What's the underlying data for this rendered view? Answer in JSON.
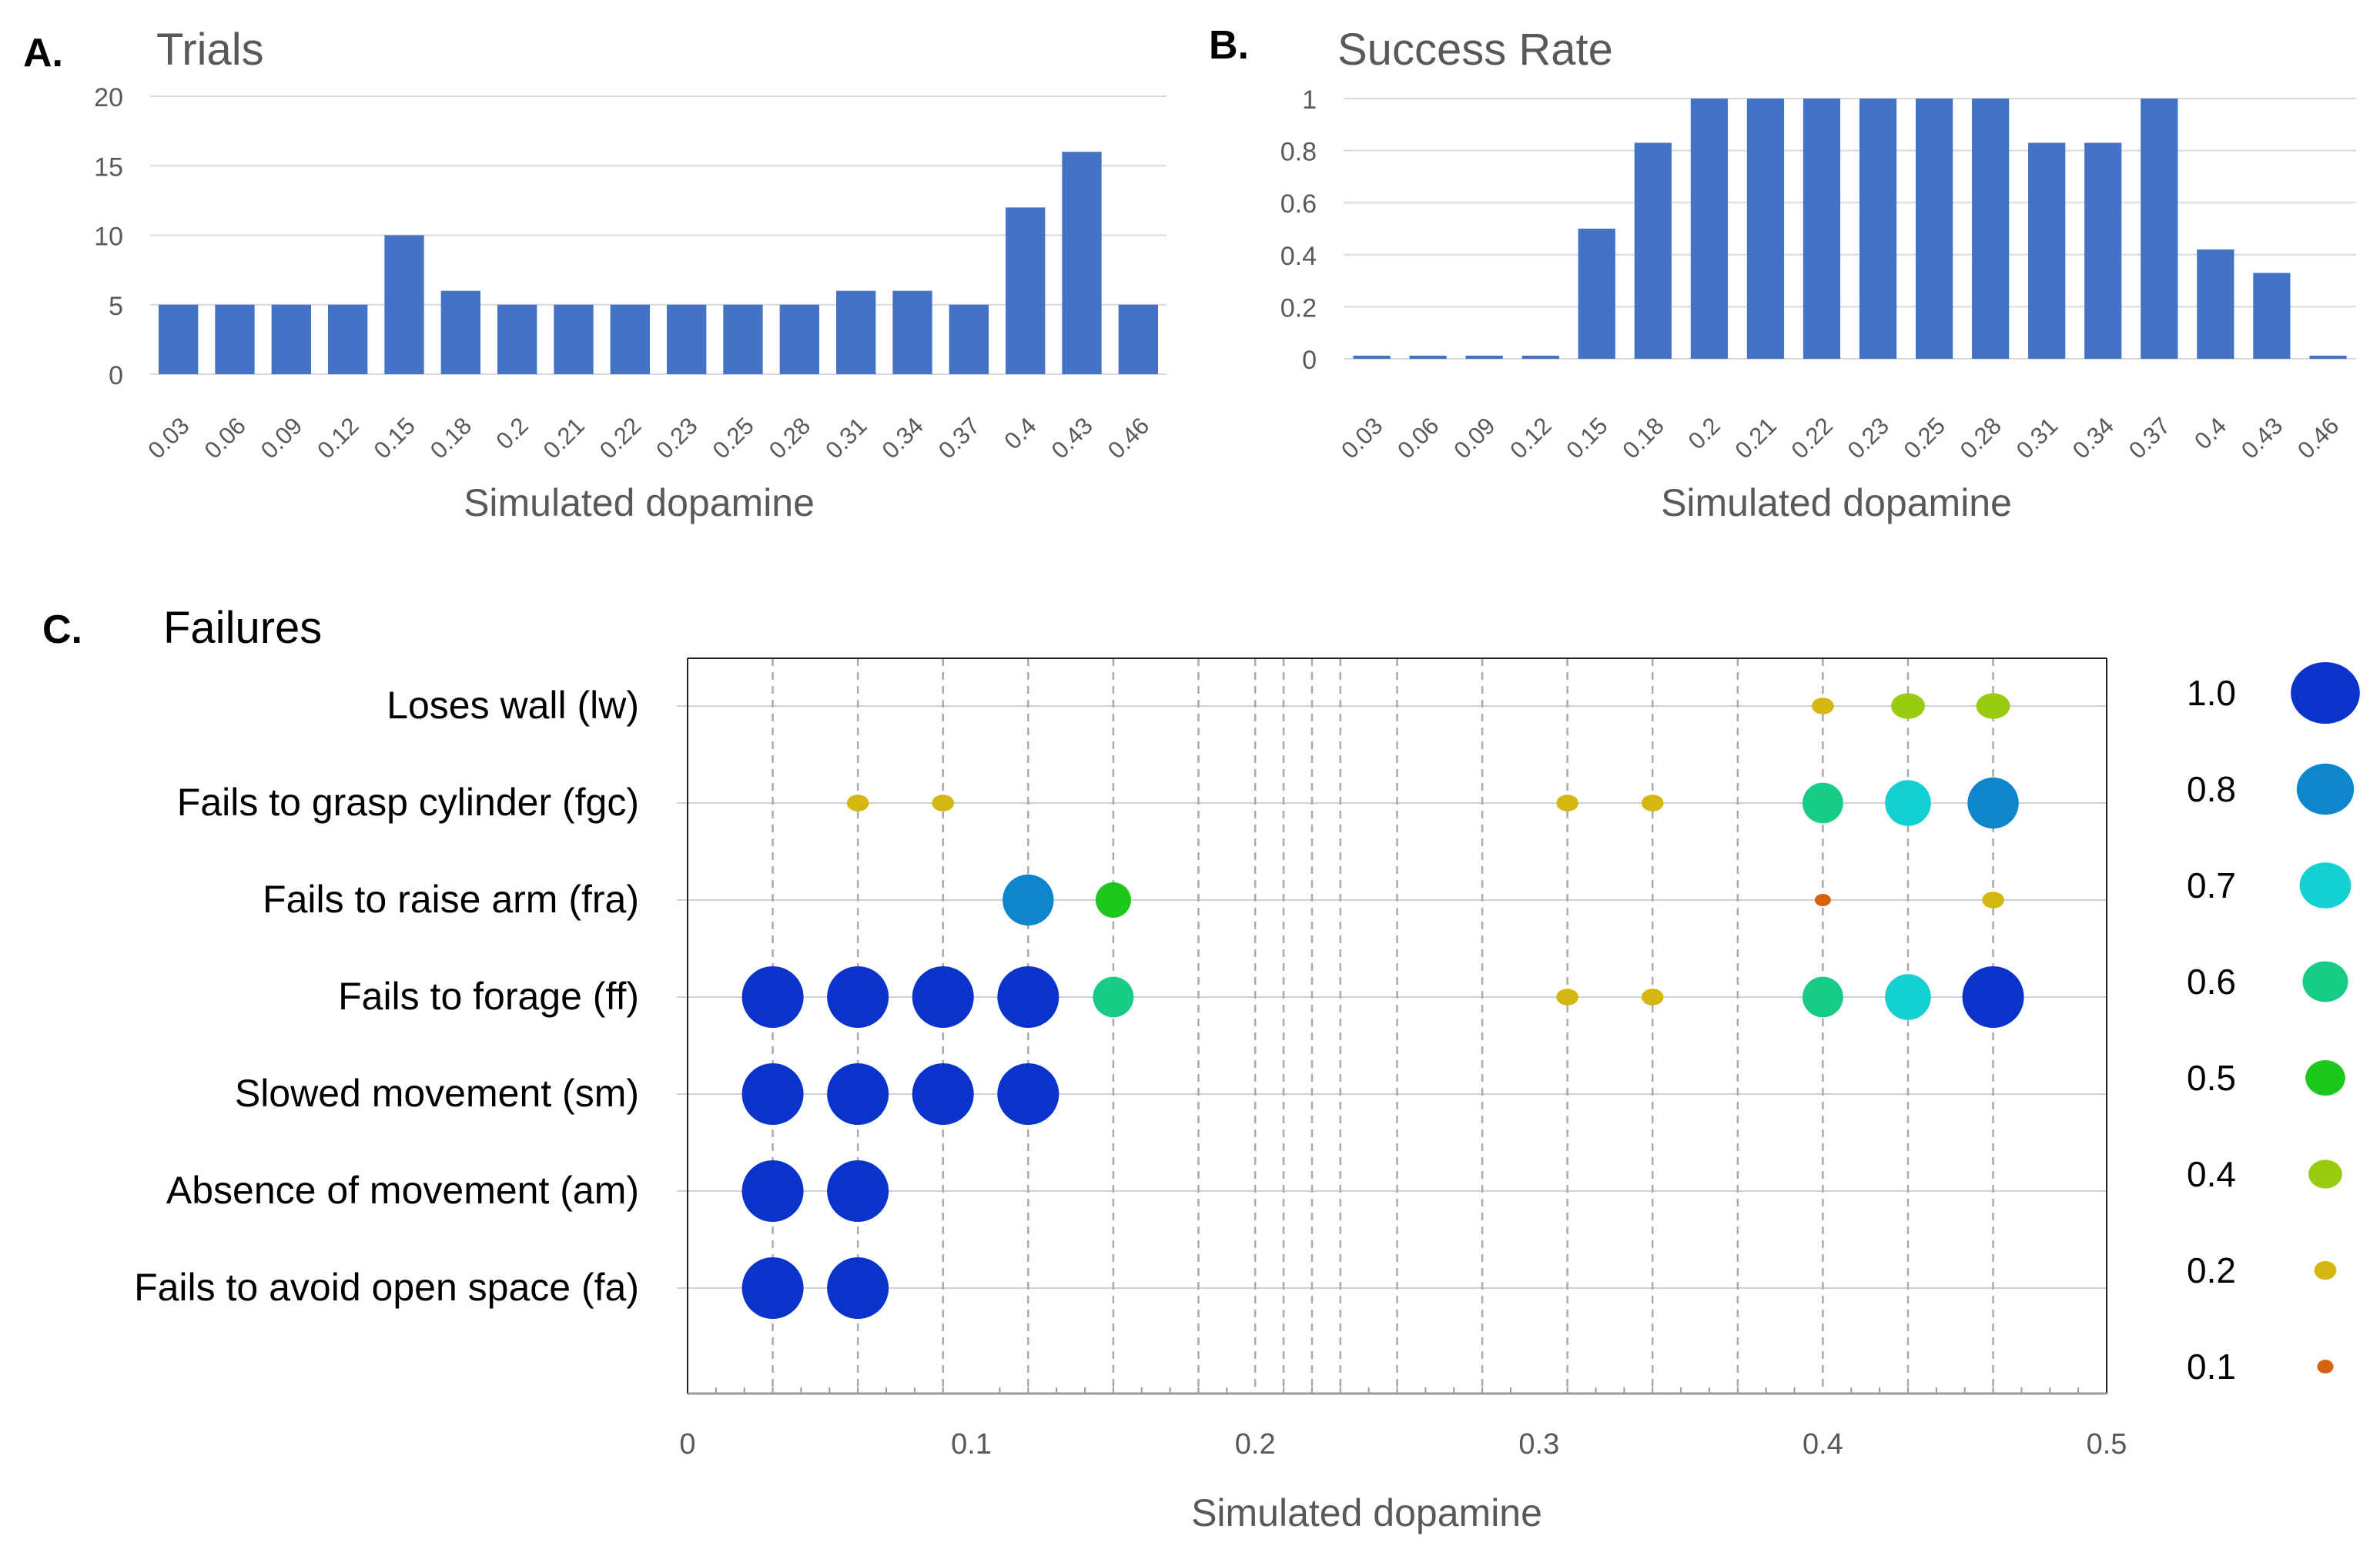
{
  "chart_data": [
    {
      "panel": "A.",
      "type": "bar",
      "title": "Trials",
      "xlabel": "Simulated dopamine",
      "ylabel": "",
      "ylim": [
        0,
        20
      ],
      "yticks": [
        "0",
        "5",
        "10",
        "15",
        "20"
      ],
      "grid": true,
      "color": "#4472C4",
      "categories": [
        "0.03",
        "0.06",
        "0.09",
        "0.12",
        "0.15",
        "0.18",
        "0.2",
        "0.21",
        "0.22",
        "0.23",
        "0.25",
        "0.28",
        "0.31",
        "0.34",
        "0.37",
        "0.4",
        "0.43",
        "0.46"
      ],
      "values": [
        5,
        5,
        5,
        5,
        10,
        6,
        5,
        5,
        5,
        5,
        5,
        5,
        6,
        6,
        5,
        12,
        16,
        5
      ]
    },
    {
      "panel": "B.",
      "type": "bar",
      "title": "Success Rate",
      "xlabel": "Simulated dopamine",
      "ylabel": "",
      "ylim": [
        0,
        1
      ],
      "yticks": [
        "0",
        "0.2",
        "0.4",
        "0.6",
        "0.8",
        "1"
      ],
      "grid": true,
      "color": "#4472C4",
      "categories": [
        "0.03",
        "0.06",
        "0.09",
        "0.12",
        "0.15",
        "0.18",
        "0.2",
        "0.21",
        "0.22",
        "0.23",
        "0.25",
        "0.28",
        "0.31",
        "0.34",
        "0.37",
        "0.4",
        "0.43",
        "0.46"
      ],
      "values": [
        0,
        0,
        0,
        0,
        0.5,
        0.83,
        1,
        1,
        1,
        1,
        1,
        1,
        0.83,
        0.83,
        1,
        0.42,
        0.33,
        0
      ]
    },
    {
      "panel": "C.",
      "type": "scatter",
      "title": "Failures",
      "xlabel": "Simulated dopamine",
      "xlim": [
        0,
        0.5
      ],
      "xticks": [
        "0",
        "0.1",
        "0.2",
        "0.3",
        "0.4",
        "0.5"
      ],
      "grid": true,
      "vertical_dashed_lines_at": [
        0.03,
        0.06,
        0.09,
        0.12,
        0.15,
        0.18,
        0.2,
        0.21,
        0.22,
        0.23,
        0.25,
        0.28,
        0.31,
        0.34,
        0.37,
        0.4,
        0.43,
        0.46
      ],
      "rows": [
        "Loses wall (lw)",
        "Fails to grasp cylinder (fgc)",
        "Fails to raise arm (fra)",
        "Fails to forage (ff)",
        "Slowed movement (sm)",
        "Absence of movement (am)",
        "Fails to avoid open space (fa)"
      ],
      "points": [
        {
          "row": 0,
          "x": 0.4,
          "value": 0.2
        },
        {
          "row": 0,
          "x": 0.43,
          "value": 0.4
        },
        {
          "row": 0,
          "x": 0.46,
          "value": 0.4
        },
        {
          "row": 1,
          "x": 0.06,
          "value": 0.2
        },
        {
          "row": 1,
          "x": 0.09,
          "value": 0.2
        },
        {
          "row": 1,
          "x": 0.31,
          "value": 0.2
        },
        {
          "row": 1,
          "x": 0.34,
          "value": 0.2
        },
        {
          "row": 1,
          "x": 0.4,
          "value": 0.6
        },
        {
          "row": 1,
          "x": 0.43,
          "value": 0.7
        },
        {
          "row": 1,
          "x": 0.46,
          "value": 0.8
        },
        {
          "row": 2,
          "x": 0.12,
          "value": 0.8
        },
        {
          "row": 2,
          "x": 0.15,
          "value": 0.5
        },
        {
          "row": 2,
          "x": 0.4,
          "value": 0.1
        },
        {
          "row": 2,
          "x": 0.46,
          "value": 0.2
        },
        {
          "row": 3,
          "x": 0.03,
          "value": 1.0
        },
        {
          "row": 3,
          "x": 0.06,
          "value": 1.0
        },
        {
          "row": 3,
          "x": 0.09,
          "value": 1.0
        },
        {
          "row": 3,
          "x": 0.12,
          "value": 1.0
        },
        {
          "row": 3,
          "x": 0.15,
          "value": 0.6
        },
        {
          "row": 3,
          "x": 0.31,
          "value": 0.2
        },
        {
          "row": 3,
          "x": 0.34,
          "value": 0.2
        },
        {
          "row": 3,
          "x": 0.4,
          "value": 0.6
        },
        {
          "row": 3,
          "x": 0.43,
          "value": 0.7
        },
        {
          "row": 3,
          "x": 0.46,
          "value": 1.0
        },
        {
          "row": 4,
          "x": 0.03,
          "value": 1.0
        },
        {
          "row": 4,
          "x": 0.06,
          "value": 1.0
        },
        {
          "row": 4,
          "x": 0.09,
          "value": 1.0
        },
        {
          "row": 4,
          "x": 0.12,
          "value": 1.0
        },
        {
          "row": 5,
          "x": 0.03,
          "value": 1.0
        },
        {
          "row": 5,
          "x": 0.06,
          "value": 1.0
        },
        {
          "row": 6,
          "x": 0.03,
          "value": 1.0
        },
        {
          "row": 6,
          "x": 0.06,
          "value": 1.0
        }
      ],
      "legend": [
        {
          "label": "1.0",
          "value": 1.0,
          "color": "#0A33CC"
        },
        {
          "label": "0.8",
          "value": 0.8,
          "color": "#0E85CC"
        },
        {
          "label": "0.7",
          "value": 0.7,
          "color": "#14D0D0"
        },
        {
          "label": "0.6",
          "value": 0.6,
          "color": "#18CC88"
        },
        {
          "label": "0.5",
          "value": 0.5,
          "color": "#1CC81C"
        },
        {
          "label": "0.4",
          "value": 0.4,
          "color": "#99CC10"
        },
        {
          "label": "0.2",
          "value": 0.2,
          "color": "#D4B811"
        },
        {
          "label": "0.1",
          "value": 0.1,
          "color": "#D4620F"
        }
      ],
      "legend_placement": "right"
    }
  ]
}
